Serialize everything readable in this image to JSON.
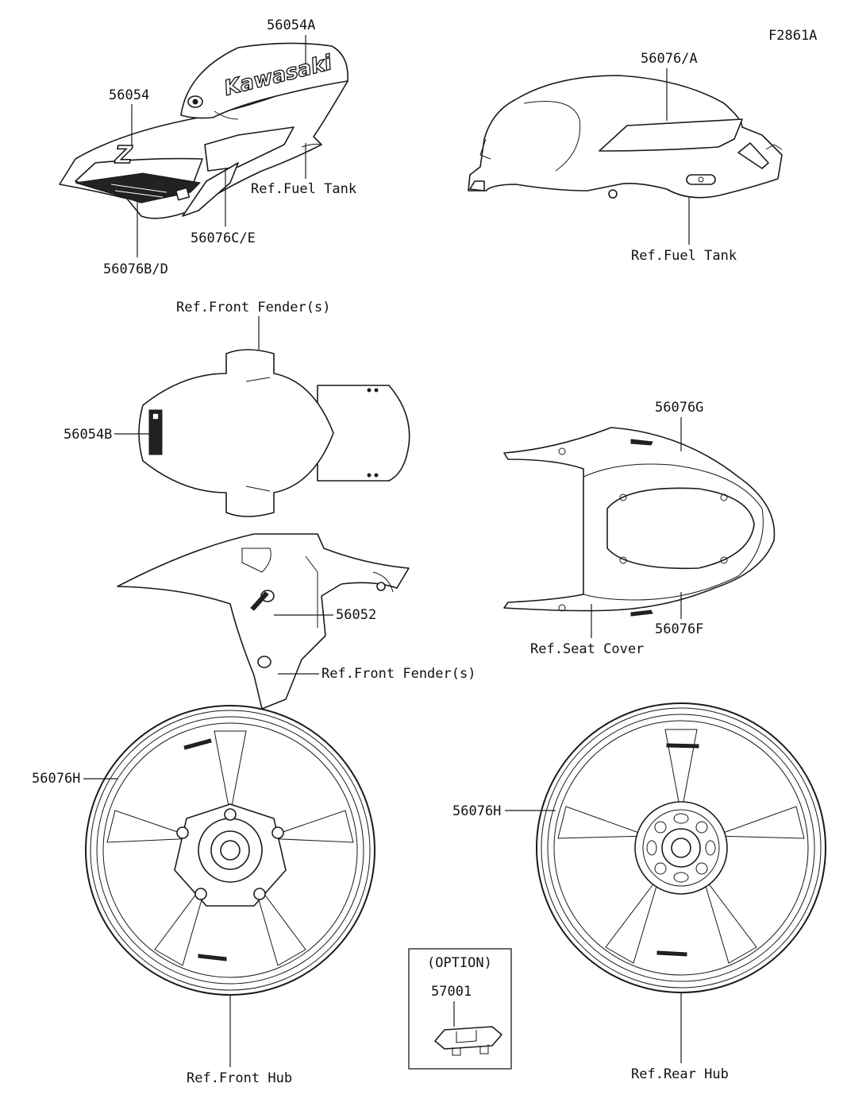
{
  "figure_id": "F2861A",
  "labels": {
    "p56054A": "56054A",
    "p56054": "56054",
    "p56076BD": "56076B/D",
    "p56076CE": "56076C/E",
    "ref_fuel_tank_left": "Ref.Fuel Tank",
    "p56076A": "56076/A",
    "ref_fuel_tank_right": "Ref.Fuel Tank",
    "ref_front_fenders_top": "Ref.Front Fender(s)",
    "p56054B": "56054B",
    "p56052": "56052",
    "ref_front_fenders_bottom": "Ref.Front Fender(s)",
    "p56076G": "56076G",
    "p56076F": "56076F",
    "ref_seat_cover": "Ref.Seat Cover",
    "p56076H_left": "56076H",
    "p56076H_right": "56076H",
    "ref_front_hub": "Ref.Front Hub",
    "ref_rear_hub": "Ref.Rear Hub",
    "option": "(OPTION)",
    "p57001": "57001"
  },
  "decals": {
    "brand": "Kawasaki",
    "z_mark": "Z"
  },
  "colors": {
    "line": "#1a1a1a",
    "background": "#ffffff"
  }
}
